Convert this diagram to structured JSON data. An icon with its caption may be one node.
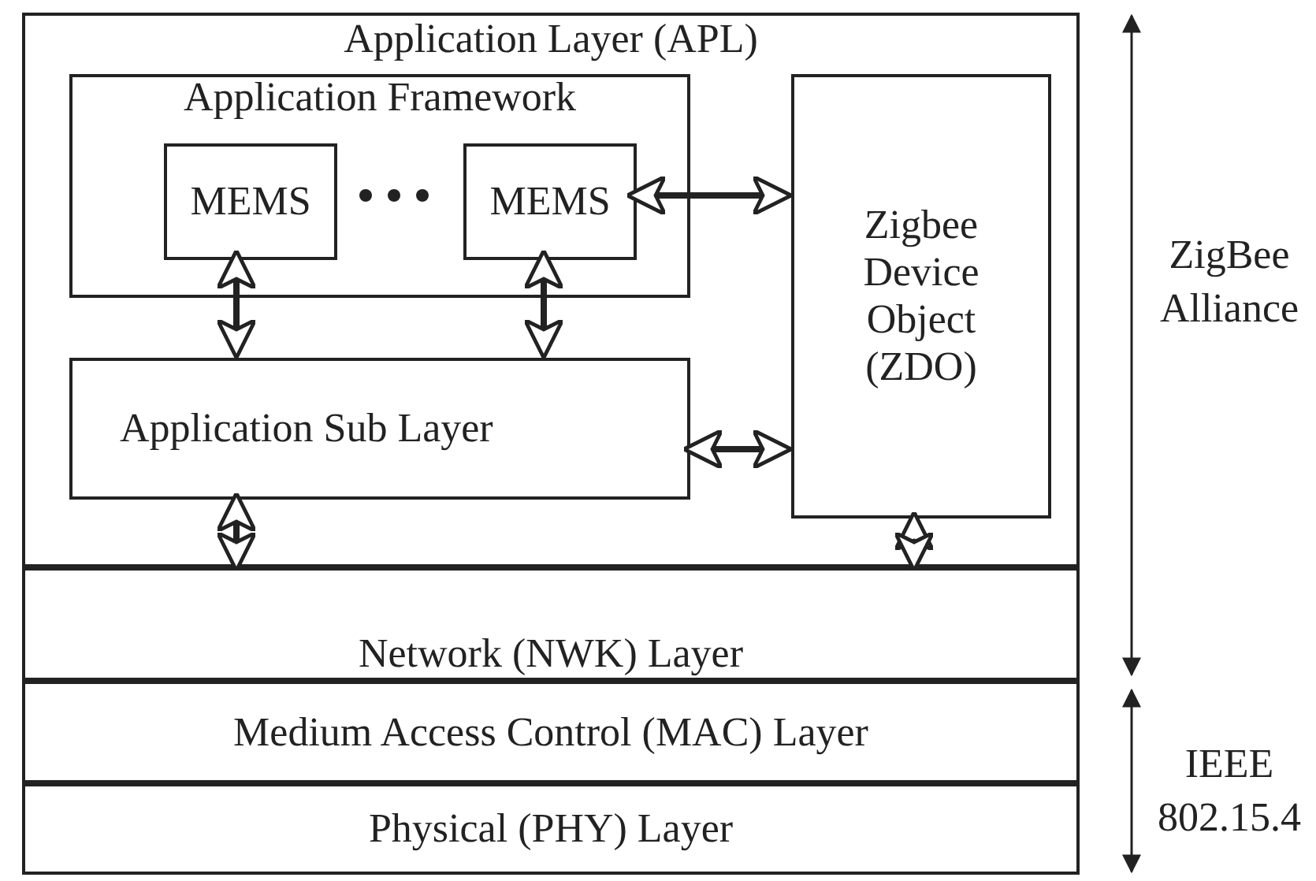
{
  "diagram": {
    "nodes": [
      {
        "text": [
          "Application Layer (APL)"
        ]
      },
      {
        "text": [
          "Application Framework"
        ],
        "in": 0
      },
      {
        "text": [
          "MEMS"
        ],
        "in": 1
      },
      {
        "text": [
          "MEMS"
        ],
        "in": 1
      },
      {
        "text": [
          "Application Sub Layer"
        ],
        "in": 0
      },
      {
        "text": [
          "Zigbee Device Object (ZDO)"
        ],
        "in": 0
      },
      {
        "text": [
          "Network (NWK) Layer"
        ]
      },
      {
        "text": [
          "Medium Access Control (MAC) Layer"
        ]
      },
      {
        "text": [
          "Physical (PHY) Layer"
        ]
      }
    ],
    "edges": [
      {
        "from": 2,
        "to": 4,
        "arrow": "both"
      },
      {
        "from": 3,
        "to": 4,
        "arrow": "both"
      },
      {
        "from": 3,
        "to": 5,
        "arrow": "both"
      },
      {
        "from": 4,
        "to": 5,
        "arrow": "both"
      },
      {
        "from": 4,
        "to": 6,
        "arrow": "both"
      },
      {
        "from": 5,
        "to": 6,
        "arrow": "both"
      }
    ],
    "labels": [
      "ZigBee Alliance",
      "IEEE 802.15.4"
    ]
  }
}
